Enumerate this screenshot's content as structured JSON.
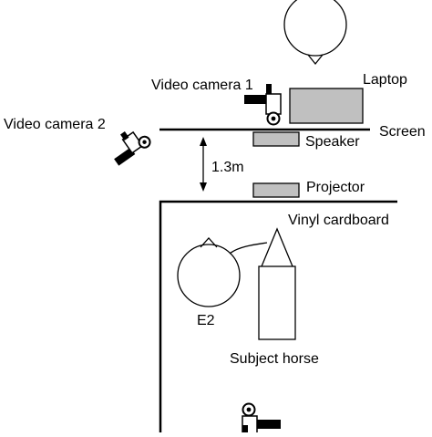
{
  "labels": {
    "video_camera_1": "Video camera 1",
    "video_camera_2": "Video camera 2",
    "laptop": "Laptop",
    "screen": "Screen",
    "speaker": "Speaker",
    "distance": "1.3m",
    "projector": "Projector",
    "vinyl_cardboard": "Vinyl cardboard",
    "experimenter": "E2",
    "subject_horse": "Subject horse"
  },
  "colors": {
    "line": "#000000",
    "device_fill": "#c0c0c0",
    "background": "#ffffff"
  },
  "icons": {
    "camera": "video-camera-icon",
    "person": "person-top-view-icon",
    "horse": "horse-top-view-icon"
  }
}
